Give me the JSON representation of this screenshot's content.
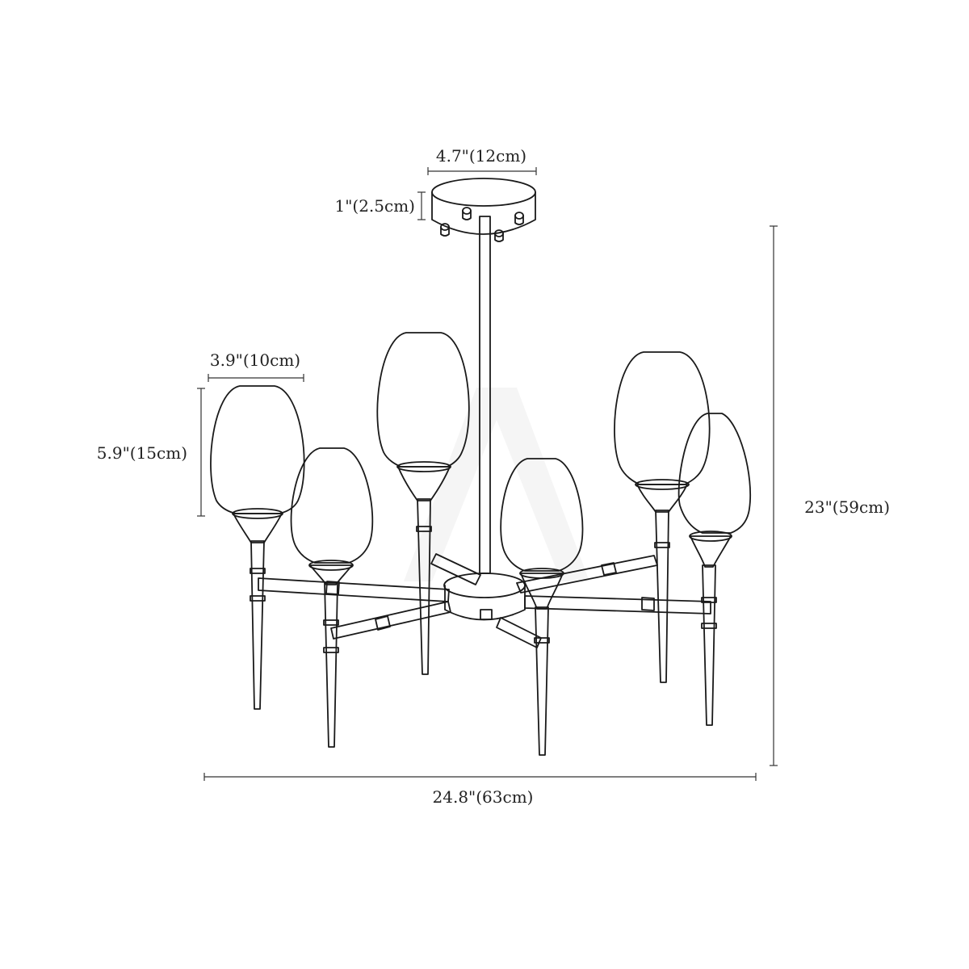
{
  "dimensions": {
    "canopy_width": "4.7\"(12cm)",
    "canopy_height": "1\"(2.5cm)",
    "shade_width": "3.9\"(10cm)",
    "shade_height": "5.9\"(15cm)",
    "total_height": "23\"(59cm)",
    "total_width": "24.8\"(63cm)"
  },
  "colors": {
    "line": "#1a1a1a",
    "dimension": "#333333",
    "watermark": "#eeeeee"
  },
  "product": {
    "arms": 6,
    "style": "line-drawing"
  }
}
